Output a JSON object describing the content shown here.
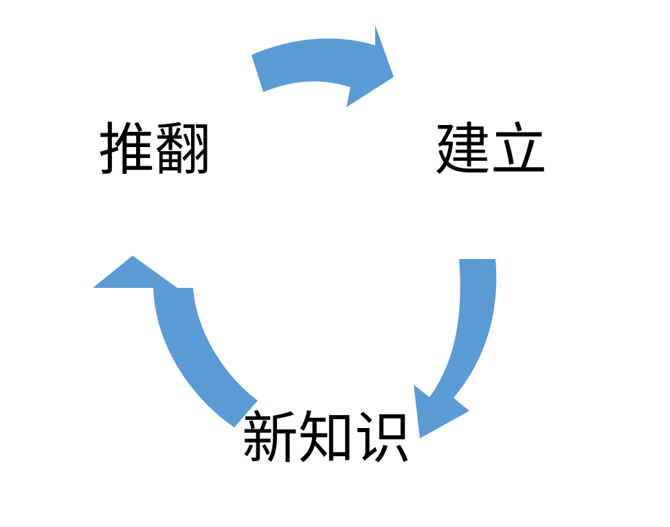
{
  "diagram": {
    "type": "cycle",
    "title": "",
    "background_color": "#FFFFFF",
    "accent_color": "#5B9BD5",
    "text_color": "#000000",
    "direction": "clockwise",
    "stage_count": 3,
    "nodes": [
      {
        "id": "establish",
        "label": "建立",
        "position": "right",
        "order": 1
      },
      {
        "id": "new-knowledge",
        "label": "新知识",
        "position": "bottom",
        "order": 2
      },
      {
        "id": "overturn",
        "label": "推翻",
        "position": "left",
        "order": 3
      }
    ],
    "arrows": [
      {
        "id": "arrow-top",
        "from": "overturn",
        "to": "establish",
        "shape": "curved-arrow",
        "direction": "left-to-right",
        "color": "#5B9BD5"
      },
      {
        "id": "arrow-right",
        "from": "establish",
        "to": "new-knowledge",
        "shape": "curved-arrow",
        "direction": "down-left",
        "color": "#5B9BD5"
      },
      {
        "id": "arrow-left",
        "from": "new-knowledge",
        "to": "overturn",
        "shape": "curved-arrow",
        "direction": "up-left",
        "color": "#5B9BD5"
      }
    ]
  }
}
